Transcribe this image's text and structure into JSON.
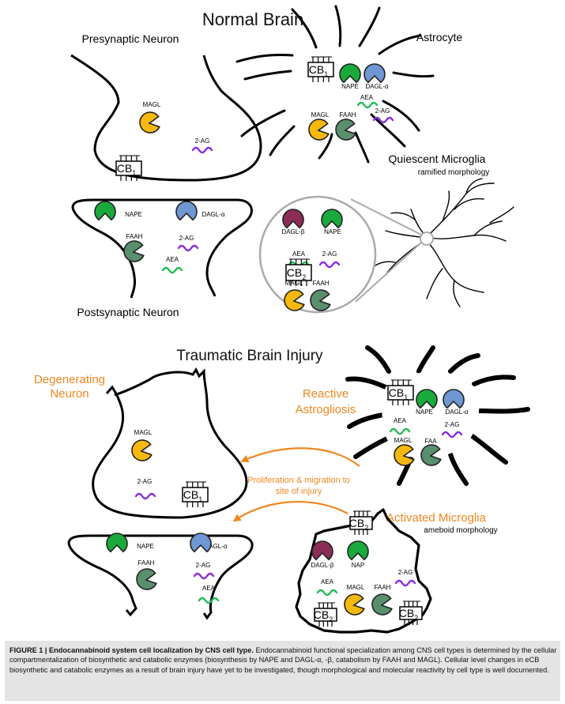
{
  "colors": {
    "orange": "#f0871f",
    "green": "#1aaa3c",
    "blue": "#6f97d3",
    "yellow": "#f5b80c",
    "sage": "#5a8f6e",
    "maroon": "#8b2d57",
    "aea": "#22bb55",
    "two_ag": "#8a2be2"
  },
  "normal": {
    "title": "Normal Brain",
    "presynaptic": {
      "title": "Presynaptic Neuron",
      "magl": "MAGL",
      "two_ag": "2-AG",
      "receptor_base": "CB",
      "receptor_sub": "1"
    },
    "postsynaptic": {
      "title": "Postsynaptic Neuron",
      "nape": "NAPE",
      "dagla": "DAGL-α",
      "faah": "FAAH",
      "two_ag": "2-AG",
      "aea": "AEA"
    },
    "astrocyte": {
      "title": "Astrocyte",
      "receptor_base": "CB",
      "receptor_sub": "1",
      "nape": "NAPE",
      "dagla": "DAGL-α",
      "aea": "AEA",
      "magl": "MAGL",
      "faah": "FAAH",
      "two_ag": "2-AG"
    },
    "microglia": {
      "title": "Quiescent Microglia",
      "subtitle": "ramified morphology",
      "daglb": "DAGL-β",
      "nape": "NAPE",
      "aea": "AEA",
      "two_ag": "2-AG",
      "magl": "MAGL",
      "faah": "FAAH",
      "receptor_base": "CB",
      "receptor_sub": "2"
    }
  },
  "tbi": {
    "title": "Traumatic Brain Injury",
    "degenerating": {
      "title_line1": "Degenerating",
      "title_line2": "Neuron",
      "magl": "MAGL",
      "two_ag": "2-AG",
      "receptor_base": "CB",
      "receptor_sub": "1"
    },
    "post": {
      "nape": "NAPE",
      "dagla": "DAGL-α",
      "faah": "FAAH",
      "two_ag": "2-AG",
      "aea": "AEA"
    },
    "astro": {
      "title_line1": "Reactive",
      "title_line2": "Astrogliosis",
      "receptor_base": "CB",
      "receptor_sub": "1",
      "nape": "NAPE",
      "dagla": "DAGL-α",
      "aea": "AEA",
      "two_ag": "2-AG",
      "magl": "MAGL",
      "faah": "FAA"
    },
    "migration_line1": "Proliferation  & migration to",
    "migration_line2": "site of injury",
    "microglia": {
      "title": "Activated Microglia",
      "subtitle": "ameboid morphology",
      "receptor_base": "CB",
      "receptor_sub": "2",
      "daglb": "DAGL-β",
      "nape": "NAP",
      "two_ag": "2-AG",
      "aea": "AEA",
      "magl": "MAGL",
      "faah": "FAAH"
    }
  },
  "caption": {
    "bold": "FIGURE 1 | Endocannabinoid system cell localization by CNS cell type.",
    "text": " Endocannabinoid functional specialization among CNS cell types is determined by the cellular compartmentalization of biosynthetic and catabolic enzymes (biosynthesis by NAPE and DAGL-α, -β, catabolism by FAAH and MAGL). Cellular level changes in eCB biosynthetic and catabolic enzymes as a result of brain injury have yet to be investigated, though morphological and molecular reactivity by cell type is well documented."
  }
}
